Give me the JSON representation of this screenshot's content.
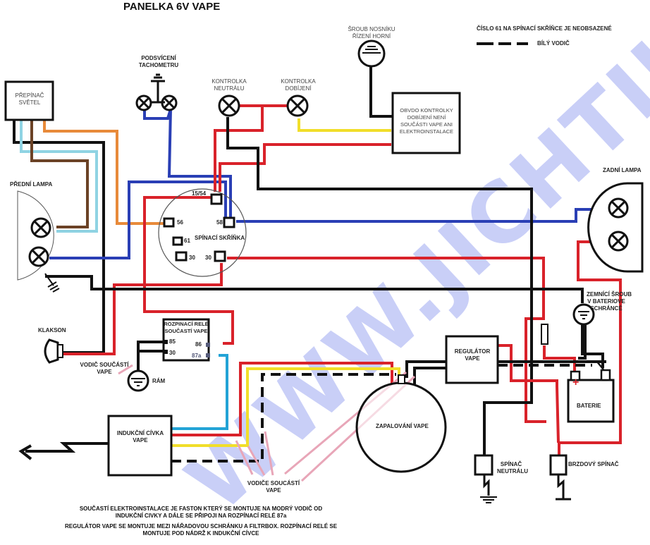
{
  "title": "PANELKA 6V VAPE",
  "watermark": "WWW.JICHTIKRAMEK.CZ",
  "legend": {
    "note_61": "ČÍSLO 61 NA SPÍNACÍ SKŘÍŇCE JE NEOBSAZENÉ",
    "dashed_label": "BÍLÝ VODIČ"
  },
  "components": {
    "prepinac_svetel": [
      "PŘEPÍNAČ",
      "SVĚTEL"
    ],
    "predni_lampa": "PŘEDNÍ LAMPA",
    "podsviceni": [
      "PODSVÍCENÍ",
      "TACHOMETRU"
    ],
    "kontrolka_neutralu": [
      "KONTROLKA",
      "NEUTRÁLU"
    ],
    "kontrolka_dobijeni": [
      "KONTROLKA",
      "DOBÍJENÍ"
    ],
    "sroub_nosniku": [
      "ŠROUB NOSNÍKU",
      "ŘÍZENÍ HORNÍ"
    ],
    "obvod_kontrolky": [
      "OBVDO KONTROLKY",
      "DOBÍJENÍ NENÍ",
      "SOUČÁSTI VAPE ANI",
      "ELEKTROINSTALACE"
    ],
    "spinaci_skrinka": "SPÍNACÍ SKŘÍŇKA",
    "terminals": {
      "t1554": "15/54",
      "t56": "56",
      "t58": "58",
      "t61": "61",
      "t30a": "30",
      "t30b": "30"
    },
    "zadni_lampa": "ZADNÍ LAMPA",
    "zemnici_sroub": [
      "ZEMNÍCÍ ŠROUB",
      "V BATERIOVE",
      "SCHRÁNCÉ"
    ],
    "klakson": "KLAKSON",
    "rele": {
      "title": [
        "ROZPINACÍ RELÉ",
        "SOUČASTÍ VAPE"
      ],
      "p85": "85",
      "p30": "30",
      "p86": "86",
      "p87a": "87a"
    },
    "vodic_soucasti": [
      "VODIČ SOUČÁSTÍ",
      "VAPE"
    ],
    "ram": "RÁM",
    "regulator": [
      "REGULÁTOR",
      "VAPE"
    ],
    "baterie": "BATERIE",
    "plus": "+",
    "minus": "−",
    "indukcni_civka": [
      "INDUKČNÍ CÍVKA",
      "VAPE"
    ],
    "zapalovani": "ZAPALOVÁNÍ VAPE",
    "vodice_soucasti": [
      "VODIČE SOUCÁSTÍ",
      "VAPE"
    ],
    "spinac_neutralu": [
      "SPÍNAČ",
      "NEUTRÁLU"
    ],
    "brzdovy_spinac": "BRZDOVÝ SPÍNAČ"
  },
  "notes": [
    "SOUČASTÍ ELEKTROINSTALACE JE FASTON KTERÝ SE MONTUJE NA MODRÝ VODIČ OD INDUKČNÍ CIVKY A DÁLE SE PŘIPOJI NA ROZPÍNACÍ RELÉ 87a",
    "REGULÁTOR VAPE SE MONTUJE MEZI NÁŘADOVOU SCHRÁNKU A FILTRBOX. ROZPÍNACÍ RELÉ SE MONTUJE POD NÁDRŽ K INDUKČNÍ CÍVCE"
  ],
  "wire_colors": {
    "black": "#111111",
    "red": "#d9222a",
    "blue": "#2a3fb5",
    "lightblue": "#8fd3e3",
    "cyan": "#23a3d6",
    "orange": "#e88a3a",
    "brown": "#6b4226",
    "yellow": "#f1de2a",
    "pink": "#e8a6b8"
  }
}
